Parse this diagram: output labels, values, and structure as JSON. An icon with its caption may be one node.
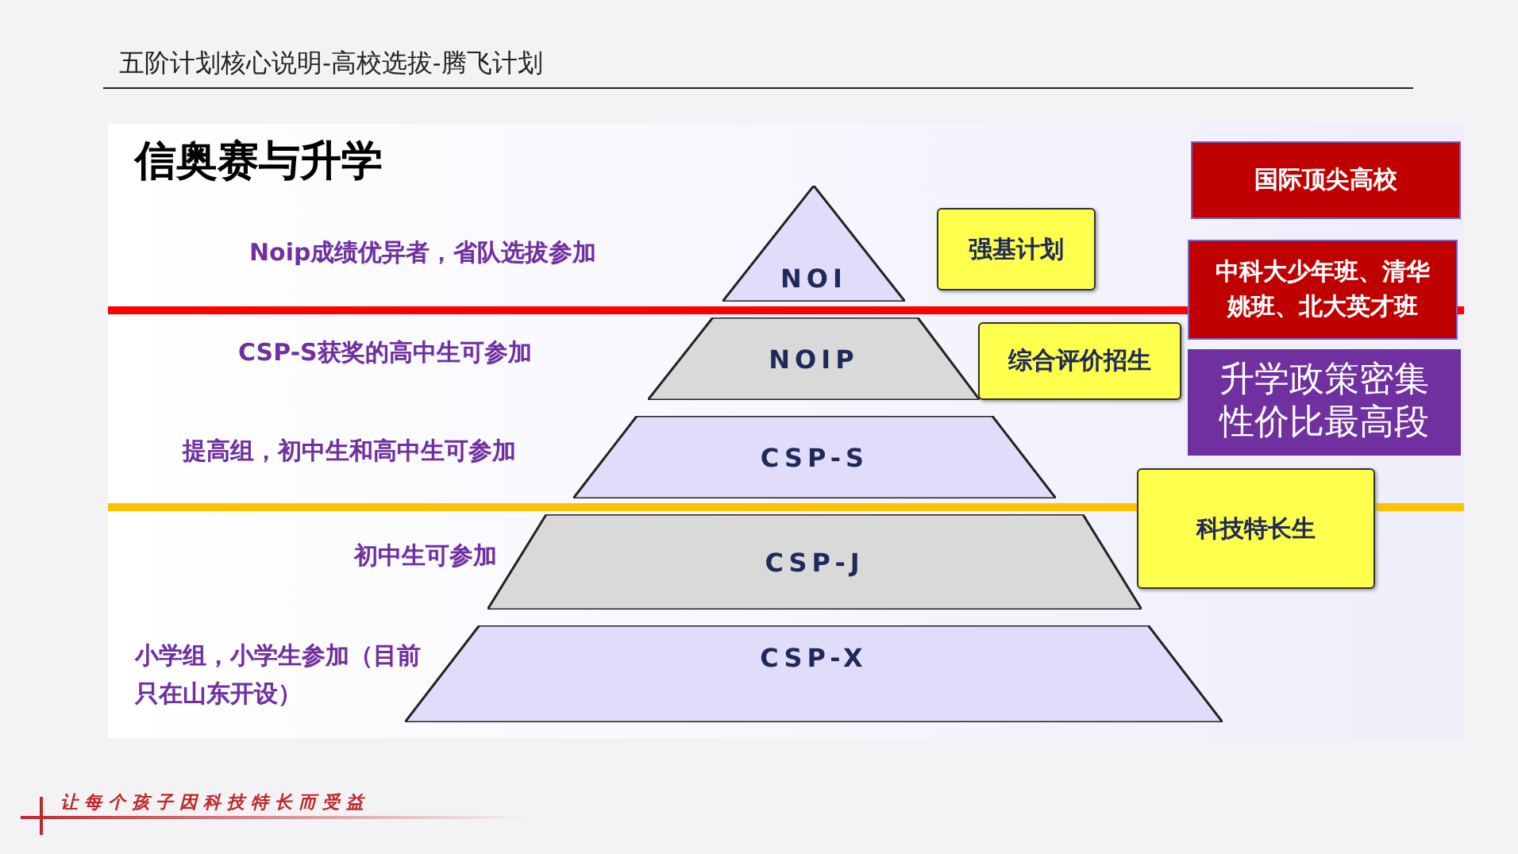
{
  "diagram": {
    "title": "信奥赛与升学",
    "nodes": [
      {
        "text": [
          "国际顶尖高校"
        ]
      },
      {
        "text": [
          "NOI"
        ]
      },
      {
        "text": [
          "强基计划"
        ]
      },
      {
        "text": [
          "中科大少年班、清华姚班、北大英才班"
        ]
      },
      {
        "text": [
          "NOIP"
        ]
      },
      {
        "text": [
          "综合评价招生"
        ]
      },
      {
        "text": [
          "升学政策密集性价比最高段"
        ]
      },
      {
        "text": [
          "CSP-S"
        ]
      },
      {
        "text": [
          "科技特长生"
        ]
      },
      {
        "text": [
          "CSP-J"
        ]
      },
      {
        "text": [
          "CSP-X"
        ]
      }
    ],
    "labels": [
      "五阶计划核心说明-高校选拔-腾飞计划",
      "Noip成绩优异者，省队选拔参加",
      "CSP-S获奖的高中生可参加",
      "提高组，初中生和高中生可参加",
      "初中生可参加",
      "小学组，小学生参加（目前只在山东开设）",
      "让每个孩子因科技特长而受益"
    ]
  }
}
